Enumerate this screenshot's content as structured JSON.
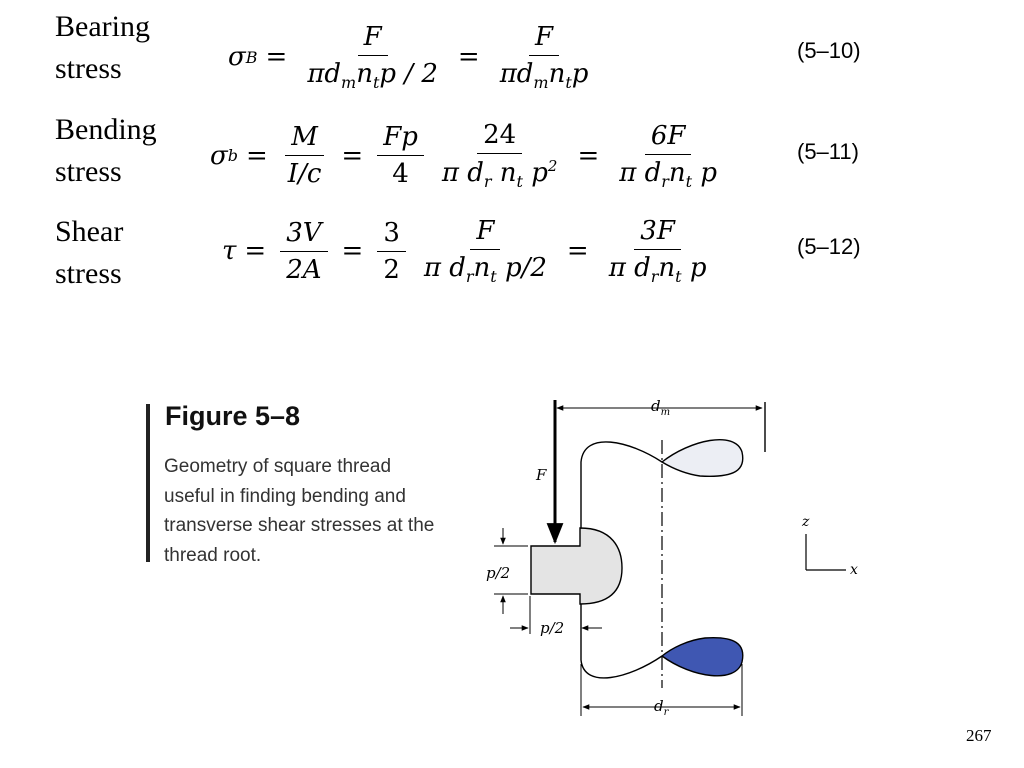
{
  "labels": {
    "bearing": [
      "Bearing",
      "stress"
    ],
    "bending": [
      "Bending",
      "stress"
    ],
    "shear": [
      "Shear",
      "stress"
    ]
  },
  "equations": {
    "bearing": {
      "lhs": "σ",
      "lhs_sub": "B",
      "f1_num": "F",
      "f1_den": [
        "πd",
        "m",
        "n",
        "t",
        "p / 2"
      ],
      "f2_num": "F",
      "f2_den": [
        "πd",
        "m",
        "n",
        "t",
        "p"
      ],
      "number": "(5–10)"
    },
    "bending": {
      "lhs": "σ",
      "lhs_sub": "b",
      "f1_num": "M",
      "f1_den": "I/c",
      "f2_num": "Fp",
      "f2_den": "4",
      "f3_num": "24",
      "f3_den": [
        "π d",
        "r",
        " n",
        "t",
        " p",
        "2"
      ],
      "f4_num": "6F",
      "f4_den": [
        "π d",
        "r",
        "n",
        "t",
        " p"
      ],
      "number": "(5–11)"
    },
    "shear": {
      "lhs": "τ",
      "f1_num": "3V",
      "f1_den": "2A",
      "f2_num": "3",
      "f2_den": "2",
      "f3_num": "F",
      "f3_den": [
        "π d",
        "r",
        "n",
        "t",
        " p/2"
      ],
      "f4_num": "3F",
      "f4_den": [
        "π d",
        "r",
        "n",
        "t",
        " p"
      ],
      "number": "(5–12)"
    }
  },
  "figure": {
    "title": "Figure 5–8",
    "caption": [
      "Geometry of square thread",
      "useful in finding bending and",
      "transverse shear stresses at the",
      "thread root."
    ],
    "diagram_labels": {
      "dm": "d",
      "dm_sub": "m",
      "dr": "d",
      "dr_sub": "r",
      "force": "F",
      "p_half_vertical": "p/2",
      "p_half_horizontal": "p/2",
      "z_axis": "z",
      "x_axis": "x"
    },
    "colors": {
      "shaded_thread": "#e4e4e4",
      "blue_section": "#3f57b2",
      "light_section": "#eceef4"
    }
  },
  "slide_number": "267"
}
